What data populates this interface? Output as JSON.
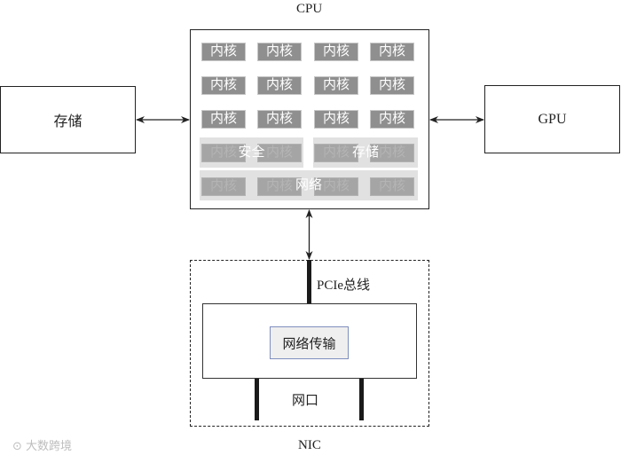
{
  "cpu": {
    "title": "CPU",
    "core_label": "内核",
    "security_label": "安全",
    "storage_label": "存储",
    "network_label": "网络"
  },
  "storage": {
    "label": "存储"
  },
  "gpu": {
    "label": "GPU"
  },
  "nic": {
    "title": "NIC",
    "bus_label": "PCIe总线",
    "transfer_label": "网络传输",
    "port_label": "网口"
  },
  "watermark": "大数跨境",
  "icons": [
    "double-arrow-icon"
  ],
  "colors": {
    "core_fill": "#8f8f8f",
    "line": "#222222",
    "transfer_border": "#7f8fbf"
  }
}
